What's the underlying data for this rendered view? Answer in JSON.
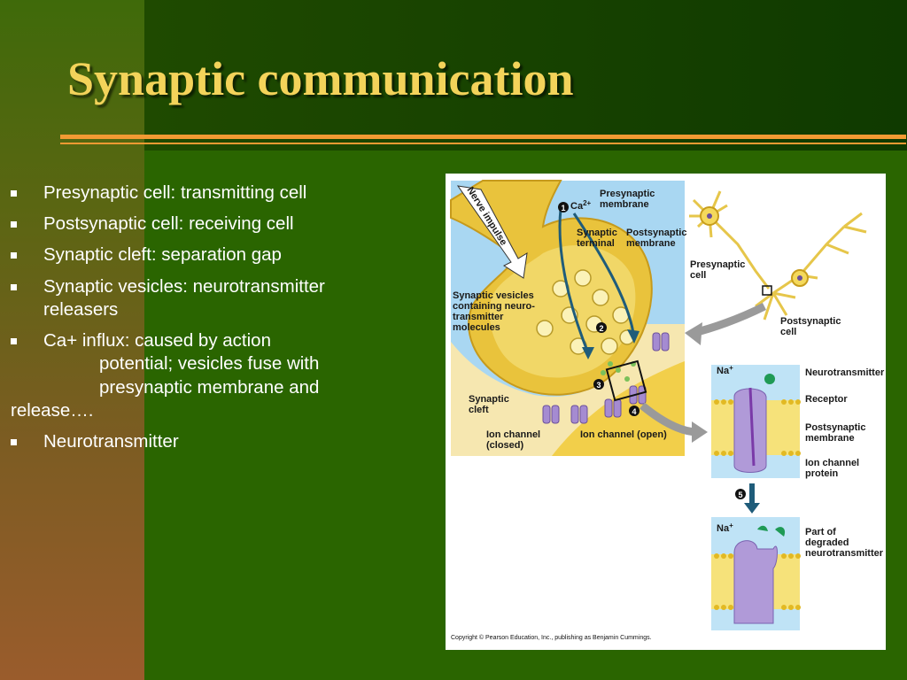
{
  "slide": {
    "title": "Synaptic communication",
    "bullets": [
      {
        "lines": [
          "Presynaptic cell: transmitting cell"
        ]
      },
      {
        "lines": [
          "Postsynaptic cell: receiving cell"
        ]
      },
      {
        "lines": [
          "Synaptic cleft:  separation gap"
        ]
      },
      {
        "lines": [
          "Synaptic vesicles: neurotransmitter",
          "releasers"
        ]
      },
      {
        "lines": [
          "Ca+ influx: caused by action",
          "potential; vesicles fuse with",
          "presynaptic membrane and",
          "release…."
        ]
      },
      {
        "lines": [
          "Neurotransmitter"
        ]
      }
    ]
  },
  "figure": {
    "labels": {
      "nerve_impulse": "Nerve impulse",
      "ca": "Ca",
      "ca_sup": "2+",
      "presynaptic_membrane_1": "Presynaptic",
      "presynaptic_membrane_2": "membrane",
      "synaptic_terminal_1": "Synaptic",
      "synaptic_terminal_2": "terminal",
      "postsynaptic_membrane_1": "Postsynaptic",
      "postsynaptic_membrane_2": "membrane",
      "synaptic_vesicles_1": "Synaptic vesicles",
      "synaptic_vesicles_2": "containing neuro-",
      "synaptic_vesicles_3": "transmitter",
      "synaptic_vesicles_4": "molecules",
      "synaptic_cleft_1": "Synaptic",
      "synaptic_cleft_2": "cleft",
      "ion_channel_closed_1": "Ion channel",
      "ion_channel_closed_2": "(closed)",
      "ion_channel_open": "Ion channel (open)",
      "presynaptic_cell_1": "Presynaptic",
      "presynaptic_cell_2": "cell",
      "postsynaptic_cell_1": "Postsynaptic",
      "postsynaptic_cell_2": "cell",
      "na": "Na",
      "na_sup": "+",
      "neurotransmitter": "Neurotransmitter",
      "receptor": "Receptor",
      "postsynaptic_membrane_r1": "Postsynaptic",
      "postsynaptic_membrane_r2": "membrane",
      "ion_channel_protein_1": "Ion channel",
      "ion_channel_protein_2": "protein",
      "part_of_degraded_1": "Part of",
      "part_of_degraded_2": "degraded",
      "part_of_degraded_3": "neurotransmitter",
      "step1": "1",
      "step2": "2",
      "step3": "3",
      "step4": "4",
      "step5": "5"
    },
    "copyright": "Copyright © Pearson Education, Inc., publishing as Benjamin Cummings."
  },
  "colors": {
    "title": "#f3d35a",
    "rule": "#f29a33",
    "text": "#ffffff"
  }
}
